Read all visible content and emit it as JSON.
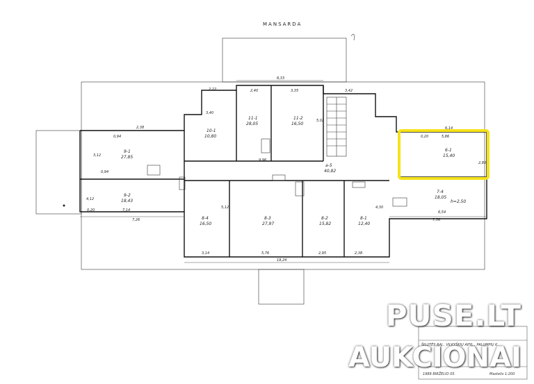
{
  "title": "MANSARDA",
  "rooms": [
    {
      "id": "9-1",
      "area": "27,85"
    },
    {
      "id": "9-2",
      "area": "18,43"
    },
    {
      "id": "10-1",
      "area": "10,80"
    },
    {
      "id": "11-1",
      "area": "28,05"
    },
    {
      "id": "11-2",
      "area": "16,50"
    },
    {
      "id": "a-5",
      "area": "40,82"
    },
    {
      "id": "6-1",
      "area": "15,40"
    },
    {
      "id": "7-4",
      "area": "18,05"
    },
    {
      "id": "8-4",
      "area": "16,50"
    },
    {
      "id": "8-3",
      "area": "27,97"
    },
    {
      "id": "8-2",
      "area": "15,82"
    },
    {
      "id": "8-1",
      "area": "12,40"
    }
  ],
  "height_note": "h=2,50",
  "dims": {
    "top_overall": "6,33",
    "bottom_overall": "19,24",
    "left_bottom": "7,26",
    "right_bottom": "7,56",
    "d_2_38": "2,38",
    "d_0_94": "0,94",
    "d_7_14": "7,14",
    "d_6_14": "6,14",
    "d_5_86": "5,86",
    "d_6_54": "6,54",
    "d_2_40": "2,40",
    "d_3_35": "3,35",
    "d_3_42": "3,42",
    "d_2_22": "2,22",
    "d_3_40": "3,40",
    "d_3_14": "3,14",
    "d_5_76": "5,76",
    "d_2_95": "2,95",
    "d_2_38b": "2,38",
    "d_9_96": "9,96",
    "d_0_20": "0,20",
    "d_2_80": "2,80",
    "d_3_12": "3,12",
    "d_4_12": "4,12",
    "d_5_12": "5,12",
    "d_5_02": "5,02",
    "d_4_30": "4,30"
  },
  "stamp_text": {
    "line1": "ŠILUTĖS RAJ., VILKYŠKIŲ APYL., PALUMPIŲ K.",
    "line2": "1989 BIRŽELIO 05.",
    "line3": "Mastelis 1:200"
  },
  "watermark": {
    "line1": "PUSE.LT",
    "line2": "AUKCIONAI"
  },
  "colors": {
    "highlight": "#f5e21a",
    "line": "#111111",
    "watermark": "#ffffff"
  }
}
